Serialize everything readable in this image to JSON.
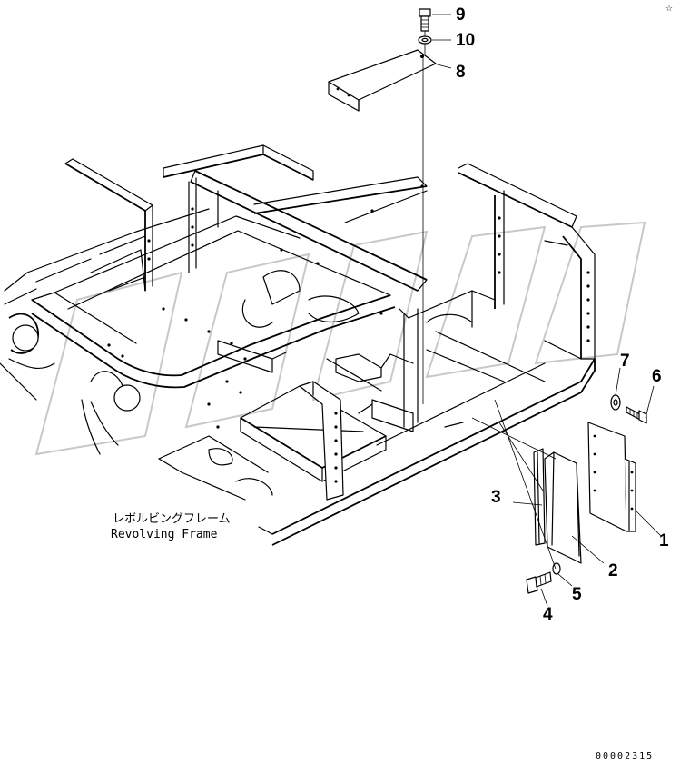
{
  "diagram": {
    "callouts": [
      {
        "id": "callout-9",
        "text": "9"
      },
      {
        "id": "callout-10",
        "text": "10"
      },
      {
        "id": "callout-8",
        "text": "8"
      },
      {
        "id": "callout-7",
        "text": "7"
      },
      {
        "id": "callout-6",
        "text": "6"
      },
      {
        "id": "callout-3",
        "text": "3"
      },
      {
        "id": "callout-1",
        "text": "1"
      },
      {
        "id": "callout-2",
        "text": "2"
      },
      {
        "id": "callout-5",
        "text": "5"
      },
      {
        "id": "callout-4",
        "text": "4"
      }
    ],
    "frame_label_jp": "レボルビングフレーム",
    "frame_label_en": "Revolving Frame",
    "document_number": "00002315",
    "corner_mark": "☆"
  }
}
